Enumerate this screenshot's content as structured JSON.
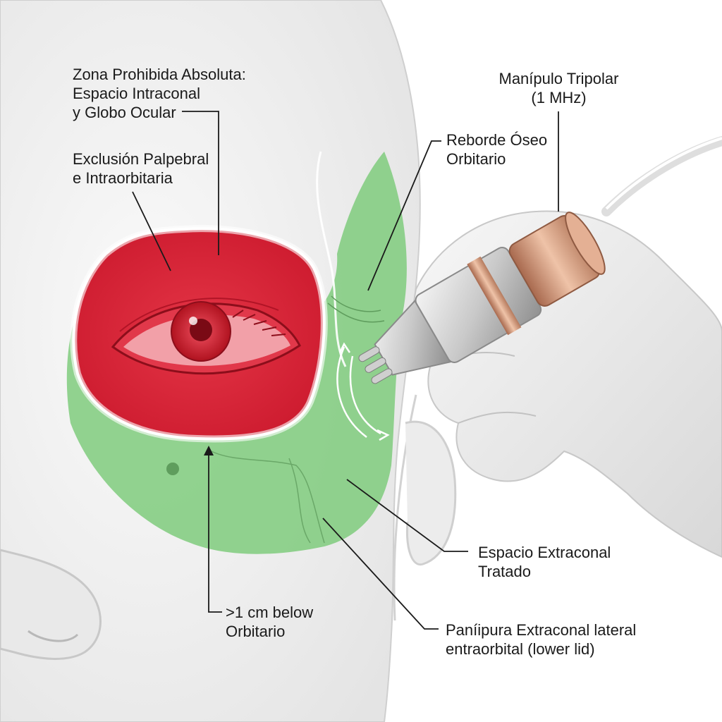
{
  "labels": {
    "zona_prohibida": [
      "Zona Prohibida Absoluta:",
      "Espacio Intraconal",
      "y Globo Ocular"
    ],
    "exclusion": [
      "Exclusión Palpebral",
      "e Intraorbitaria"
    ],
    "manipulo": [
      "Manípulo Tripolar",
      "(1 MHz)"
    ],
    "reborde": [
      "Reborde Óseo",
      "Orbitario"
    ],
    "espacio_tratado": [
      "Espacio Extraconal",
      "Tratado"
    ],
    "below": [
      ">1 cm below",
      "Orbitario"
    ],
    "panipura": [
      "Paníipura Extraconal lateral",
      "entraorbital (lower lid)"
    ]
  },
  "colors": {
    "forbidden_zone": "#d91e33",
    "treated_zone": "#7fcb7c",
    "skin": "#f1f1f1",
    "copper": "#c98f72",
    "line": "#1a1a1a"
  }
}
